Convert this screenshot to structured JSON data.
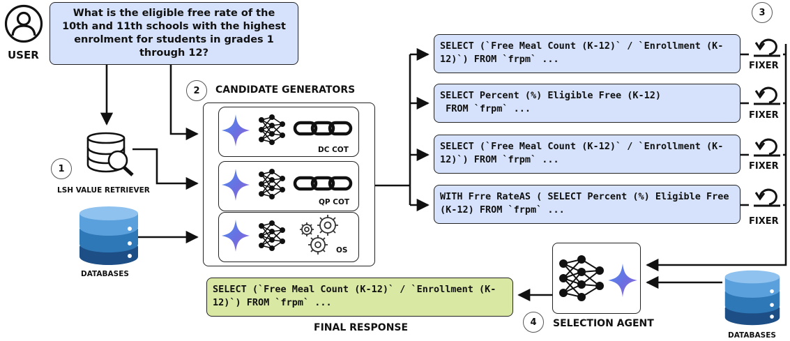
{
  "question": "What is the eligible free rate of the 10th and 11th schools with the highest enrolment for students in grades 1 through 12?",
  "user_label": "USER",
  "retriever": {
    "number": "1",
    "label": "LSH VALUE RETRIEVER"
  },
  "databases_left": "DATABASES",
  "databases_right": "DATABASES",
  "generators": {
    "number": "2",
    "title": "CANDIDATE GENERATORS",
    "items": [
      {
        "label": "DC COT",
        "icon": "chain-icon"
      },
      {
        "label": "QP COT",
        "icon": "chain-icon"
      },
      {
        "label": "OS",
        "icon": "gears-icon"
      }
    ]
  },
  "fixer": {
    "number": "3",
    "label": "FIXER"
  },
  "candidates": [
    {
      "sql": "SELECT (`Free Meal Count (K-12)` / `Enrollment (K-12)`) FROM `frpm` ..."
    },
    {
      "sql": "SELECT Percent (%) Eligible Free (K-12)\n FROM `frpm` ..."
    },
    {
      "sql": "SELECT (`Free Meal Count (K-12)` / `Enrollment (K-12)`) FROM `frpm` ..."
    },
    {
      "sql": "WITH Frre RateAS ( SELECT Percent (%) Eligible Free (K-12) FROM `frpm` ..."
    }
  ],
  "selection": {
    "number": "4",
    "label": "SELECTION AGENT"
  },
  "final": {
    "label": "FINAL RESPONSE",
    "sql": "SELECT (`Free Meal Count (K-12)` / `Enrollment (K-12)`) FROM `frpm` ..."
  },
  "colors": {
    "query_fill": "#d6e2fb",
    "final_fill": "#d9e8a3",
    "db_light": "#5aa0dc",
    "db_mid": "#2f78b8",
    "db_dark": "#1d4f86"
  }
}
